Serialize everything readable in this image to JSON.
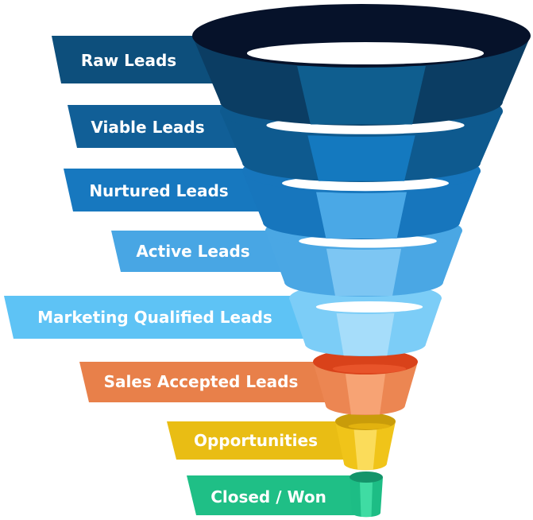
{
  "stages": [
    {
      "label": "Raw Leads",
      "band": "#0d4f7c",
      "side": "#0b3d63",
      "front": "#0f5e8f",
      "rim": "#06122a"
    },
    {
      "label": "Viable Leads",
      "band": "#115f97",
      "side": "#0e5a8f",
      "front": "#1479bf",
      "rim": "#0e5a8f"
    },
    {
      "label": "Nurtured Leads",
      "band": "#1778bf",
      "side": "#1776bd",
      "front": "#4aa8e6",
      "rim": "#1776bd"
    },
    {
      "label": "Active Leads",
      "band": "#48a6e4",
      "side": "#4aa7e4",
      "front": "#7dc6f3",
      "rim": "#4aa7e4"
    },
    {
      "label": "Marketing Qualified Leads",
      "band": "#5ec3f5",
      "side": "#7ccdf7",
      "front": "#a6ddfa",
      "rim": "#7ccdf7"
    },
    {
      "label": "Sales Accepted Leads",
      "band": "#e8804a",
      "side": "#ec8652",
      "front": "#f7a374",
      "rim": "#d9421a"
    },
    {
      "label": "Opportunities",
      "band": "#e9bd14",
      "side": "#f0c419",
      "front": "#fbdc5a",
      "rim": "#c99c0a"
    },
    {
      "label": "Closed / Won",
      "band": "#1fbf86",
      "side": "#1dbd85",
      "front": "#3fdca3",
      "rim": "#14946a"
    }
  ]
}
